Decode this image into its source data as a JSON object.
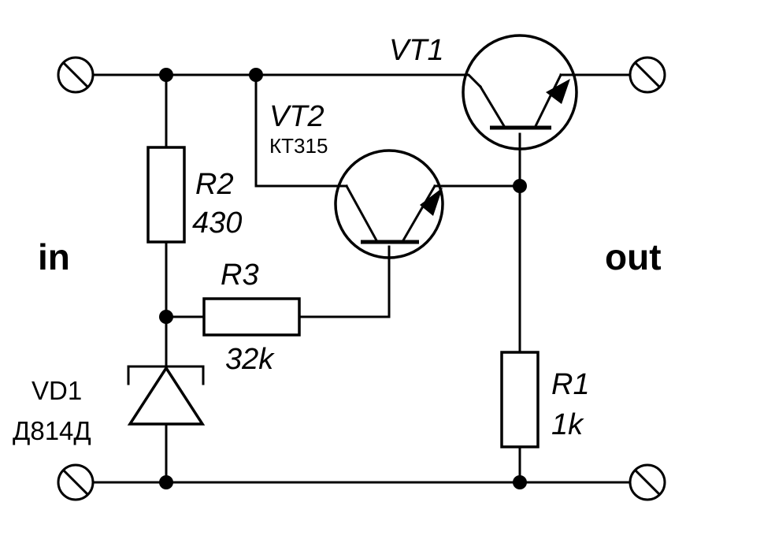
{
  "labels": {
    "vt1": "VT1",
    "vt2": "VT2",
    "vt2_type": "КТ315",
    "r2": "R2",
    "r2_value": "430",
    "r3": "R3",
    "r3_value": "32k",
    "r1": "R1",
    "r1_value": "1k",
    "vd1": "VD1",
    "vd1_type": "Д814Д",
    "input": "in",
    "output": "out"
  }
}
